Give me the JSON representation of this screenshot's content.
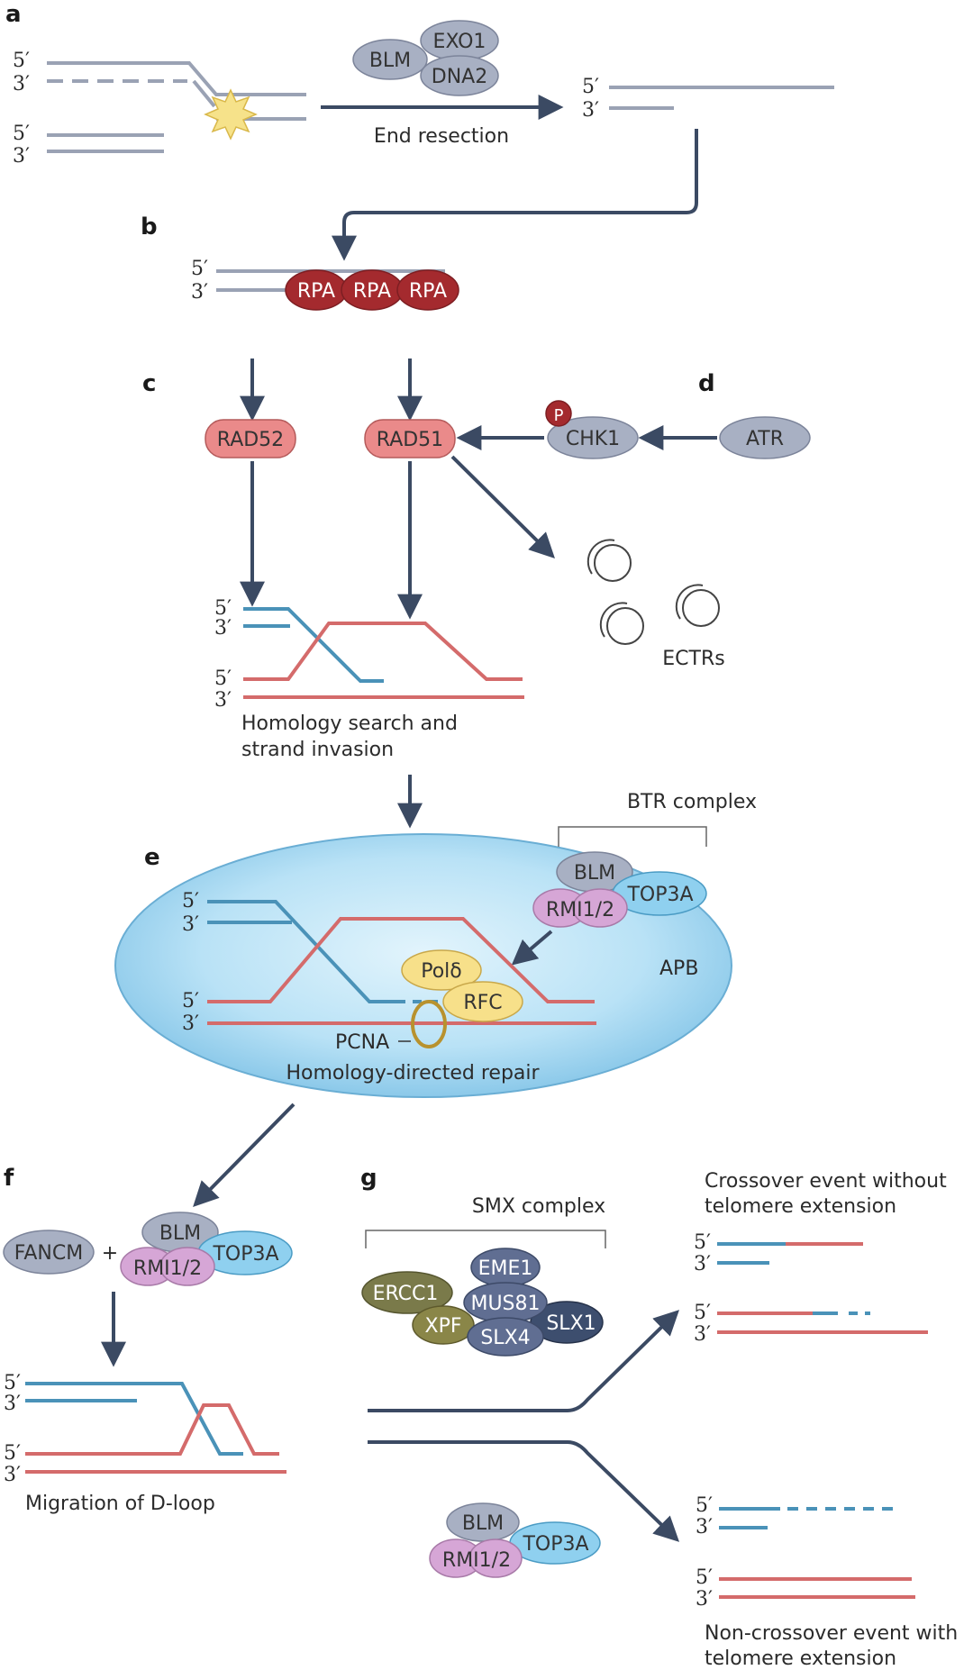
{
  "panels": {
    "a": "a",
    "b": "b",
    "c": "c",
    "d": "d",
    "e": "e",
    "f": "f",
    "g": "g"
  },
  "ends": {
    "five": "5′",
    "three": "3′"
  },
  "proteins": {
    "blm": "BLM",
    "exo1": "EXO1",
    "dna2": "DNA2",
    "rpa": "RPA",
    "rad52": "RAD52",
    "rad51": "RAD51",
    "chk1": "CHK1",
    "atr": "ATR",
    "phospho": "P",
    "rmi": "RMI1/2",
    "top3a": "TOP3A",
    "pold": "Polδ",
    "rfc": "RFC",
    "fancm": "FANCM",
    "plus": "+",
    "eme1": "EME1",
    "ercc1": "ERCC1",
    "mus81": "MUS81",
    "xpf": "XPF",
    "slx4": "SLX4",
    "slx1": "SLX1"
  },
  "labels": {
    "end_resection": "End resection",
    "ectrs": "ECTRs",
    "homology_1": "Homology search and",
    "homology_2": "strand invasion",
    "btr": "BTR complex",
    "apb": "APB",
    "pcna": "PCNA",
    "hdr": "Homology-directed repair",
    "smx": "SMX complex",
    "dloop": "Migration of D-loop",
    "crossover_1": "Crossover event without",
    "crossover_2": "telomere extension",
    "noncrossover_1": "Non-crossover event with",
    "noncrossover_2": "telomere extension"
  },
  "colors": {
    "dna_grey": "#9aa2b4",
    "dna_blue": "#4a92b8",
    "dna_red": "#d46b6b",
    "arrow": "#3b4a63",
    "rpa": "#a42a2e",
    "rad": "#ea8a8a",
    "grey_protein": "#a8b0c3",
    "rmi": "#d6a6d6",
    "top3a": "#8fd0ef",
    "pol": "#f7e08a",
    "apb": "#a9dcf3",
    "olive": "#7a7a4a",
    "navy": "#3d4e6e"
  }
}
